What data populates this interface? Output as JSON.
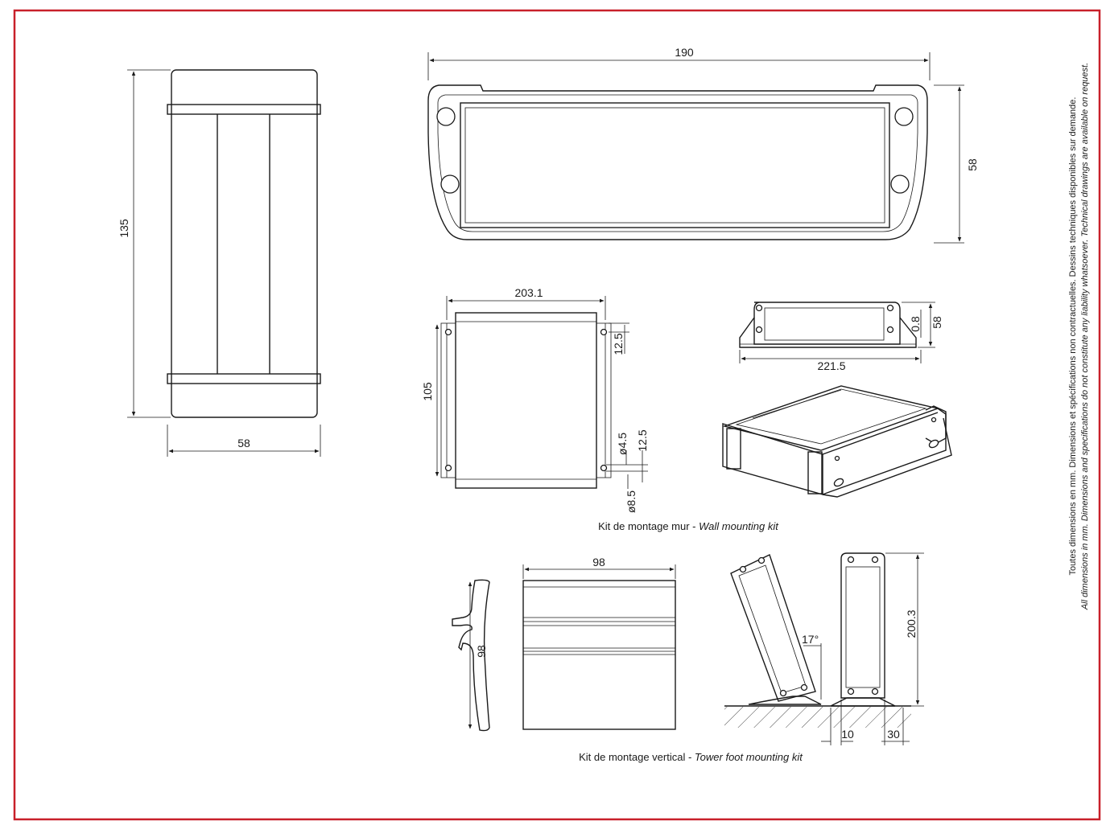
{
  "frame": {
    "border_color": "#c8202a"
  },
  "dimensions": {
    "side_height": "135",
    "side_width": "58",
    "front_width": "190",
    "front_height": "58",
    "wall_width": "203.1",
    "wall_height": "105",
    "wall_offset_top": "12.5",
    "wall_offset_side": "12.5",
    "wall_hole_small": "ø4.5",
    "wall_hole_large": "ø8.5",
    "bracket_width": "221.5",
    "bracket_height": "58",
    "bracket_small": "0.8",
    "foot_profile_height": "98",
    "foot_width": "98",
    "tower_height": "200.3",
    "tilt_angle": "17°",
    "foot_offset_left": "10",
    "foot_offset_right": "30"
  },
  "captions": {
    "wall_fr": "Kit de montage mur - ",
    "wall_en": "Wall mounting kit",
    "tower_fr": "Kit de montage vertical - ",
    "tower_en": "Tower foot mounting kit"
  },
  "notes": {
    "line_fr": "Toutes dimensions en mm. Dimensions et spécifications non contractuelles. Dessins techniques disponibles sur demande.",
    "line_en": "All dimensions in mm. Dimensions and specifications do not constitute any liability whatsoever. Technical drawings are available on request."
  }
}
